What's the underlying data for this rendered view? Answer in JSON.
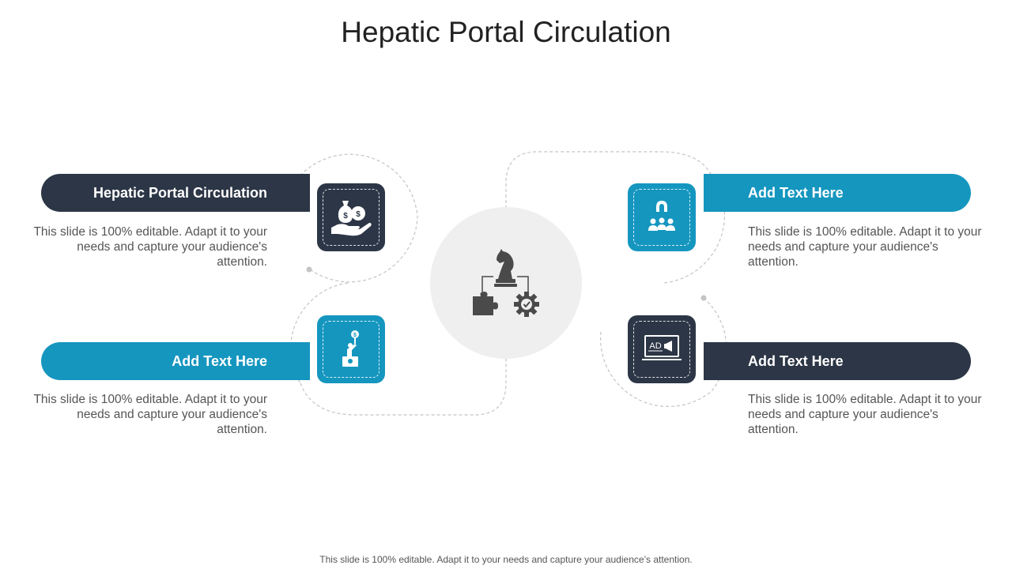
{
  "title": "Hepatic Portal Circulation",
  "items": [
    {
      "heading": "Hepatic Portal Circulation",
      "text": "This slide is 100% editable. Adapt it to your needs and capture your audience's attention.",
      "icon": "money-bag-hand-icon",
      "color": "#2c3646"
    },
    {
      "heading": "Add Text Here",
      "text": "This slide is 100% editable. Adapt it to your needs and capture your audience's attention.",
      "icon": "person-money-podium-icon",
      "color": "#1596bf"
    },
    {
      "heading": "Add Text Here",
      "text": "This slide is 100% editable. Adapt it to your needs and capture your audience's attention.",
      "icon": "magnet-customers-icon",
      "color": "#1596bf"
    },
    {
      "heading": "Add Text Here",
      "text": "This slide is 100% editable. Adapt it to your needs and capture your audience's attention.",
      "icon": "laptop-ad-megaphone-icon",
      "color": "#2c3646"
    }
  ],
  "center_icon": "strategy-chess-puzzle-gear-icon",
  "footer": "This slide is 100% editable. Adapt it to your needs and capture your audience’s attention."
}
